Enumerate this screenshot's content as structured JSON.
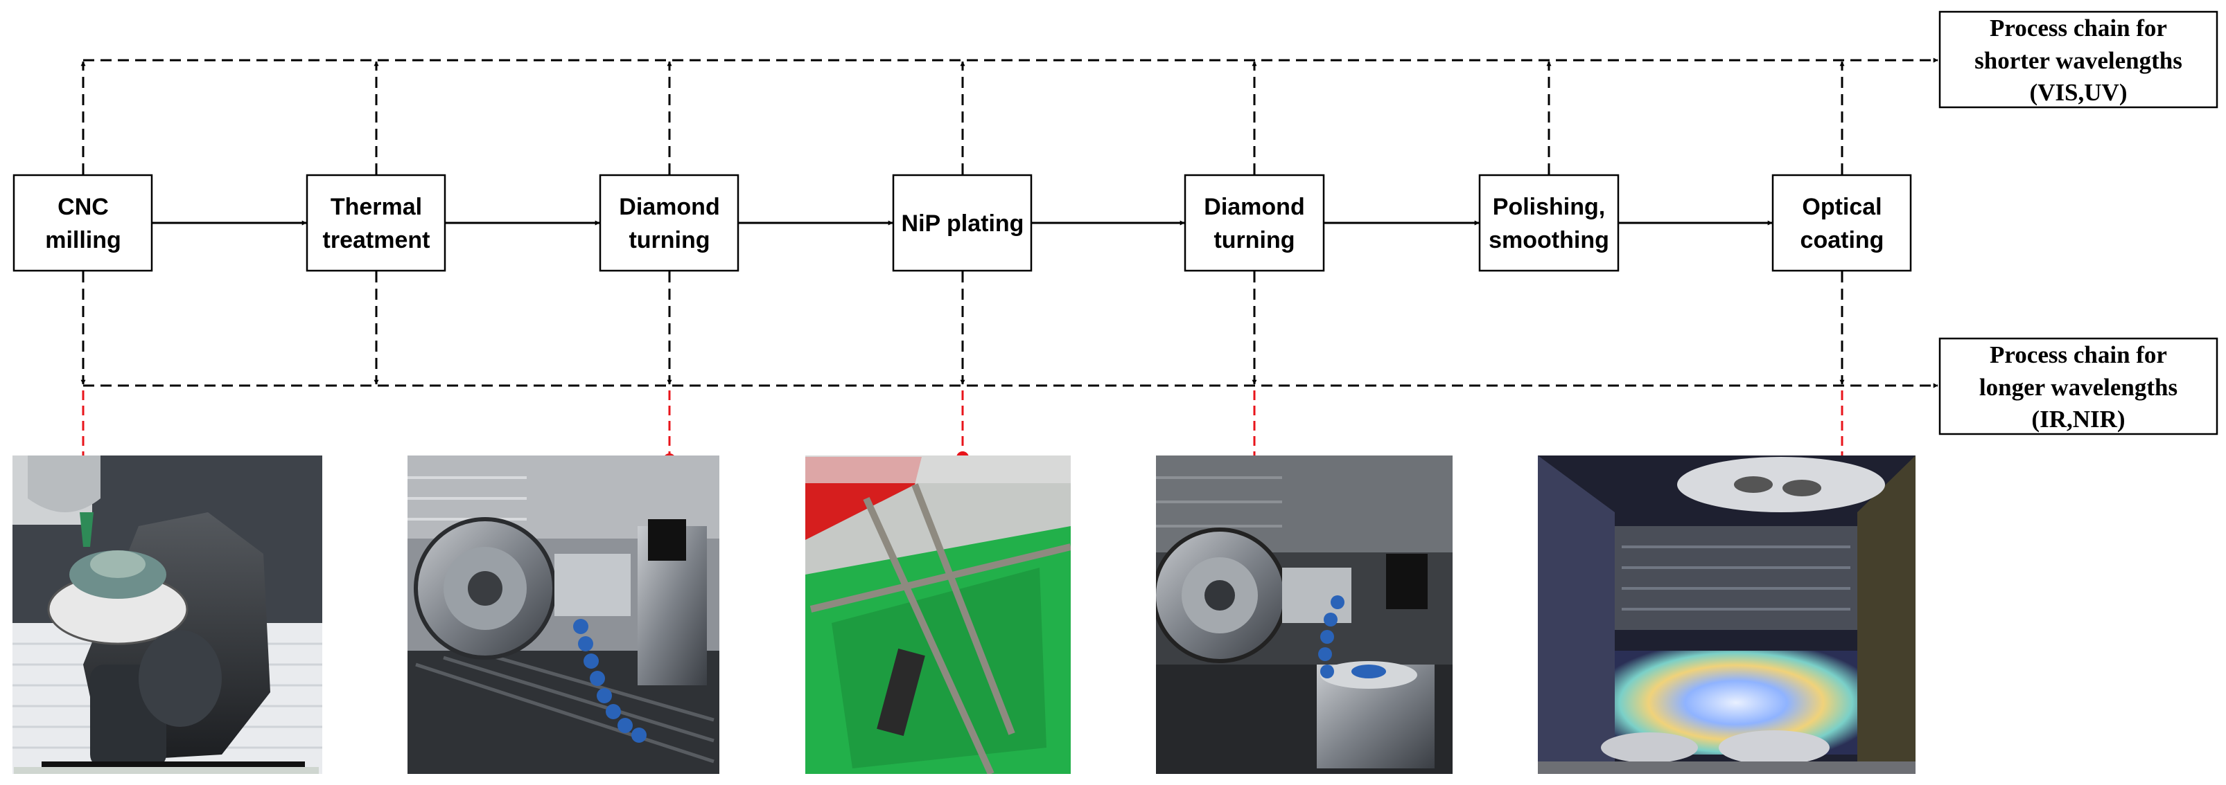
{
  "steps": [
    {
      "line1": "CNC",
      "line2": "milling"
    },
    {
      "line1": "Thermal",
      "line2": "treatment"
    },
    {
      "line1": "Diamond",
      "line2": "turning"
    },
    {
      "line1": "NiP plating",
      "line2": ""
    },
    {
      "line1": "Diamond",
      "line2": "turning"
    },
    {
      "line1": "Polishing,",
      "line2": "smoothing"
    },
    {
      "line1": "Optical",
      "line2": "coating"
    }
  ],
  "outputs": {
    "short": {
      "line1": "Process chain for",
      "line2": "shorter wavelengths",
      "line3": "(VIS,UV)"
    },
    "long": {
      "line1": "Process chain for",
      "line2": "longer wavelengths",
      "line3": "(IR,NIR)"
    }
  },
  "photos": [
    {
      "depicts": "cnc-milling-render-icon"
    },
    {
      "depicts": "diamond-turning-machine-photo-icon"
    },
    {
      "depicts": "nip-plating-bath-photo-icon"
    },
    {
      "depicts": "diamond-turning-machine-photo-icon"
    },
    {
      "depicts": "optical-coating-chamber-photo-icon"
    }
  ],
  "colors": {
    "connector_red": "#e8141b",
    "plating_green": "#22b04a"
  }
}
